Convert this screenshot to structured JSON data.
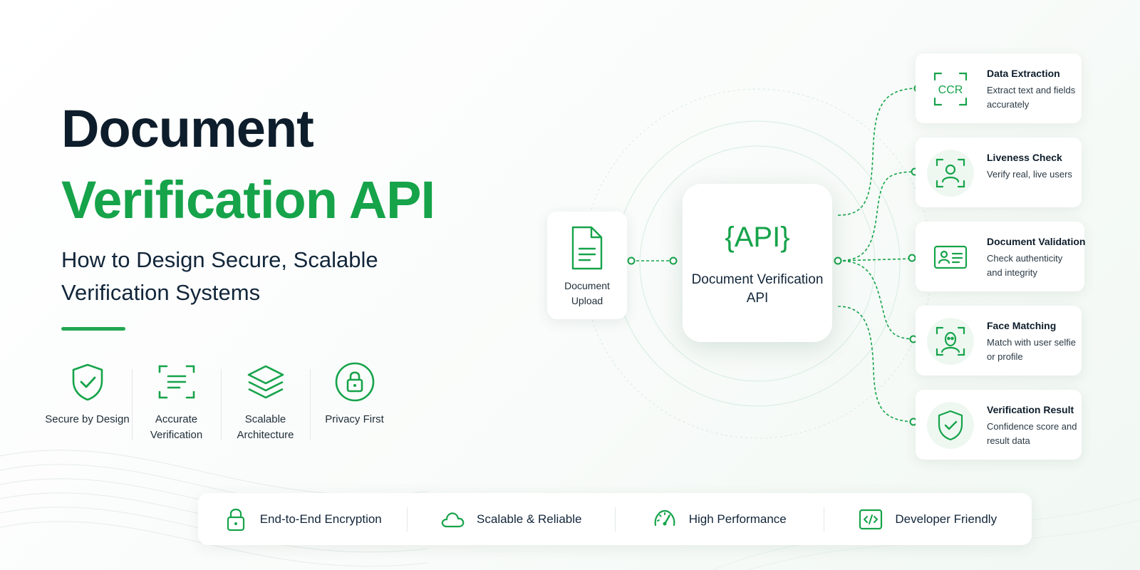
{
  "hero": {
    "title_line1": "Document",
    "title_line2": "Verification API",
    "subtitle": "How to Design Secure, Scalable Verification Systems"
  },
  "features": [
    {
      "label": "Secure by Design",
      "icon": "shield-check-icon"
    },
    {
      "label": "Accurate Verification",
      "icon": "scan-document-icon"
    },
    {
      "label": "Scalable Architecture",
      "icon": "layers-icon"
    },
    {
      "label": "Privacy First",
      "icon": "lock-circle-icon"
    }
  ],
  "diagram": {
    "upload": {
      "label": "Document Upload",
      "icon": "document-icon"
    },
    "api": {
      "glyph": "{API}",
      "label": "Document Verification API"
    },
    "services": [
      {
        "title": "Data Extraction",
        "desc": "Extract text and fields accurately",
        "icon": "ocr-icon",
        "icon_text": "CCR"
      },
      {
        "title": "Liveness Check",
        "desc": "Verify real, live users",
        "icon": "user-scan-icon"
      },
      {
        "title": "Document Validation",
        "desc": "Check authenticity and integrity",
        "icon": "id-card-icon"
      },
      {
        "title": "Face Matching",
        "desc": "Match with user selfie or profile",
        "icon": "face-scan-icon"
      },
      {
        "title": "Verification Result",
        "desc": "Confidence score and result data",
        "icon": "shield-check-icon"
      }
    ]
  },
  "bottom_bar": [
    {
      "label": "End-to-End Encryption",
      "icon": "lock-icon"
    },
    {
      "label": "Scalable & Reliable",
      "icon": "cloud-icon"
    },
    {
      "label": "High Performance",
      "icon": "speedometer-icon"
    },
    {
      "label": "Developer Friendly",
      "icon": "code-icon"
    }
  ],
  "colors": {
    "accent": "#16a34a",
    "accent_soft": "#eef8f1",
    "text_dark": "#0e1d2b"
  }
}
